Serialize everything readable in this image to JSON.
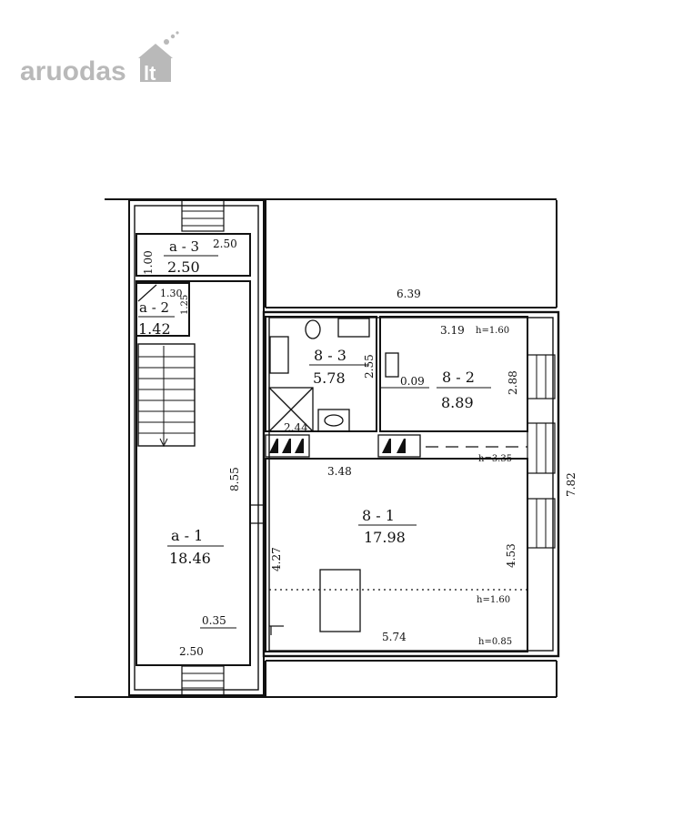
{
  "logo": {
    "main": "aruodas",
    "tld": "lt"
  },
  "rooms": [
    {
      "code": "a - 3",
      "area": "2.50"
    },
    {
      "code": "a - 2",
      "area": "1.42"
    },
    {
      "code": "a - 1",
      "area": "18.46"
    },
    {
      "code": "8 - 3",
      "area": "5.78"
    },
    {
      "code": "8 - 2",
      "area": "8.89"
    },
    {
      "code": "8 - 1",
      "area": "17.98"
    }
  ],
  "dimensions": {
    "a3_width": "2.50",
    "a3_height": "1.00",
    "a2_width": "1.30",
    "a2_height": "1.25",
    "a1_height": "8.55",
    "a1_inner": "0.35",
    "a1_bottom": "2.50",
    "top_width": "6.39",
    "r83_height": "2.55",
    "r83_width": "2.44",
    "wall_gap": "0.09",
    "r82_width": "3.19",
    "r82_height": "2.88",
    "r81_top": "3.48",
    "r81_height_left": "4.27",
    "r81_height_right": "4.53",
    "r81_bottom": "5.74",
    "outer_height": "7.82"
  },
  "heights": {
    "h_82": "h=1.60",
    "h_335": "h=3.35",
    "h_160": "h=1.60",
    "h_085": "h=0.85"
  },
  "colors": {
    "logo": "#b9b9b9",
    "lines": "#111111"
  }
}
